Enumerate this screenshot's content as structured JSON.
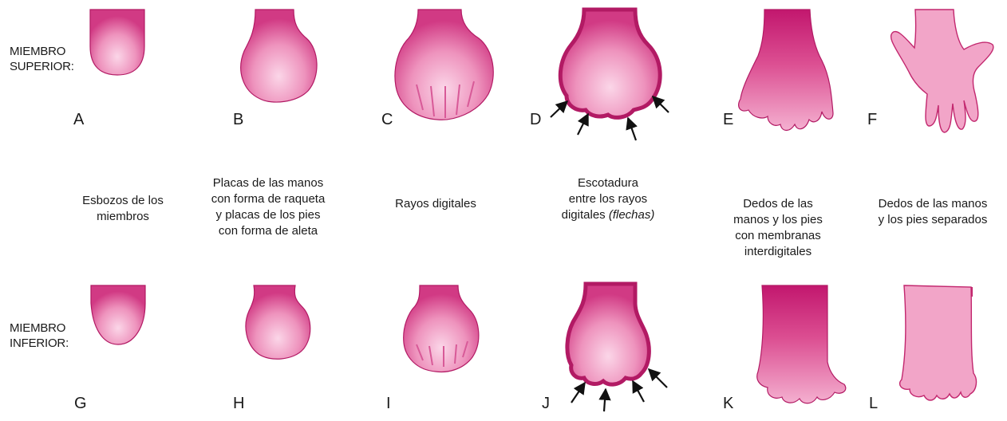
{
  "row_labels": {
    "upper": [
      "MIEMBRO",
      "SUPERIOR:"
    ],
    "lower": [
      "MIEMBRO",
      "INFERIOR:"
    ]
  },
  "stages": [
    {
      "upper_letter": "A",
      "lower_letter": "G",
      "caption": [
        "Esbozos de los",
        "miembros"
      ]
    },
    {
      "upper_letter": "B",
      "lower_letter": "H",
      "caption": [
        "Placas de las manos",
        "con forma de raqueta",
        "y placas de los pies",
        "con forma de aleta"
      ]
    },
    {
      "upper_letter": "C",
      "lower_letter": "I",
      "caption": [
        "Rayos digitales"
      ]
    },
    {
      "upper_letter": "D",
      "lower_letter": "J",
      "caption": [
        "Escotadura",
        "entre los rayos",
        "digitales (flechas)"
      ]
    },
    {
      "upper_letter": "E",
      "lower_letter": "K",
      "caption": [
        "Dedos de las",
        "manos y los pies",
        "con membranas",
        "interdigitales"
      ]
    },
    {
      "upper_letter": "F",
      "lower_letter": "L",
      "caption": [
        "Dedos de las manos",
        "y los pies separados"
      ]
    }
  ],
  "colors": {
    "base": "#c2176e",
    "mid": "#e66fa4",
    "light": "#f8c3dc",
    "outline": "#b21a64",
    "ink": "#1a1a1a"
  }
}
